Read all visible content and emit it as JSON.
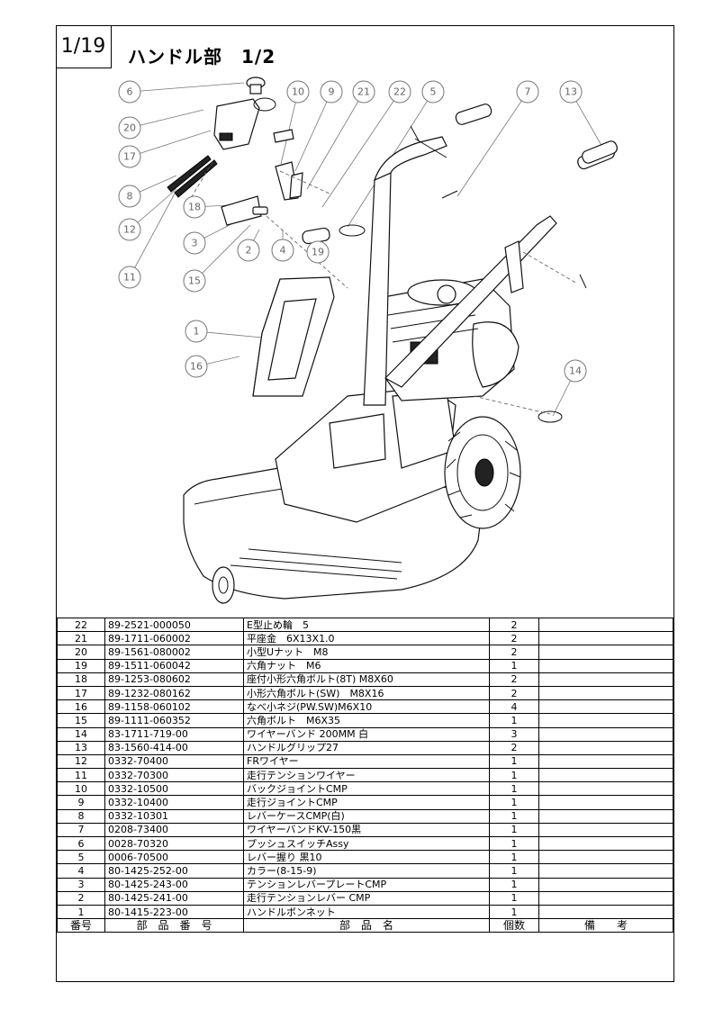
{
  "page": {
    "number": "1/19",
    "title": "ハンドル部　1/2"
  },
  "callouts": [
    "6",
    "20",
    "17",
    "8",
    "12",
    "11",
    "18",
    "3",
    "15",
    "2",
    "4",
    "19",
    "10",
    "9",
    "21",
    "22",
    "5",
    "7",
    "13",
    "1",
    "16",
    "14"
  ],
  "table": {
    "headers": {
      "no": "番号",
      "part_number": "部　品　番　号",
      "name": "部　品　名",
      "qty": "個数",
      "remarks": "備　　考"
    },
    "rows": [
      {
        "no": "22",
        "part_number": "89-2521-000050",
        "name": "E型止め輪　5",
        "qty": "2",
        "remarks": ""
      },
      {
        "no": "21",
        "part_number": "89-1711-060002",
        "name": "平座金　6X13X1.0",
        "qty": "2",
        "remarks": ""
      },
      {
        "no": "20",
        "part_number": "89-1561-080002",
        "name": "小型Uナット　M8",
        "qty": "2",
        "remarks": ""
      },
      {
        "no": "19",
        "part_number": "89-1511-060042",
        "name": "六角ナット　M6",
        "qty": "1",
        "remarks": ""
      },
      {
        "no": "18",
        "part_number": "89-1253-080602",
        "name": "座付小形六角ボルト(8T) M8X60",
        "qty": "2",
        "remarks": ""
      },
      {
        "no": "17",
        "part_number": "89-1232-080162",
        "name": "小形六角ボルト(SW)　M8X16",
        "qty": "2",
        "remarks": ""
      },
      {
        "no": "16",
        "part_number": "89-1158-060102",
        "name": "なべ小ネジ(PW.SW)M6X10",
        "qty": "4",
        "remarks": ""
      },
      {
        "no": "15",
        "part_number": "89-1111-060352",
        "name": "六角ボルト　M6X35",
        "qty": "1",
        "remarks": ""
      },
      {
        "no": "14",
        "part_number": "83-1711-719-00",
        "name": "ワイヤーバンド 200MM 白",
        "qty": "3",
        "remarks": ""
      },
      {
        "no": "13",
        "part_number": "83-1560-414-00",
        "name": "ハンドルグリップ27",
        "qty": "2",
        "remarks": ""
      },
      {
        "no": "12",
        "part_number": "0332-70400",
        "name": "FRワイヤー",
        "qty": "1",
        "remarks": ""
      },
      {
        "no": "11",
        "part_number": "0332-70300",
        "name": "走行テンションワイヤー",
        "qty": "1",
        "remarks": ""
      },
      {
        "no": "10",
        "part_number": "0332-10500",
        "name": "バックジョイントCMP",
        "qty": "1",
        "remarks": ""
      },
      {
        "no": "9",
        "part_number": "0332-10400",
        "name": "走行ジョイントCMP",
        "qty": "1",
        "remarks": ""
      },
      {
        "no": "8",
        "part_number": "0332-10301",
        "name": "レバーケースCMP(白)",
        "qty": "1",
        "remarks": ""
      },
      {
        "no": "7",
        "part_number": "0208-73400",
        "name": "ワイヤーバンドKV-150黒",
        "qty": "1",
        "remarks": ""
      },
      {
        "no": "6",
        "part_number": "0028-70320",
        "name": "プッシュスイッチAssy",
        "qty": "1",
        "remarks": ""
      },
      {
        "no": "5",
        "part_number": "0006-70500",
        "name": "レバー握り 黒10",
        "qty": "1",
        "remarks": ""
      },
      {
        "no": "4",
        "part_number": "80-1425-252-00",
        "name": "カラー(8-15-9)",
        "qty": "1",
        "remarks": ""
      },
      {
        "no": "3",
        "part_number": "80-1425-243-00",
        "name": "テンションレバープレートCMP",
        "qty": "1",
        "remarks": ""
      },
      {
        "no": "2",
        "part_number": "80-1425-241-00",
        "name": "走行テンションレバー CMP",
        "qty": "1",
        "remarks": ""
      },
      {
        "no": "1",
        "part_number": "80-1415-223-00",
        "name": "ハンドルボンネット",
        "qty": "1",
        "remarks": ""
      }
    ]
  }
}
